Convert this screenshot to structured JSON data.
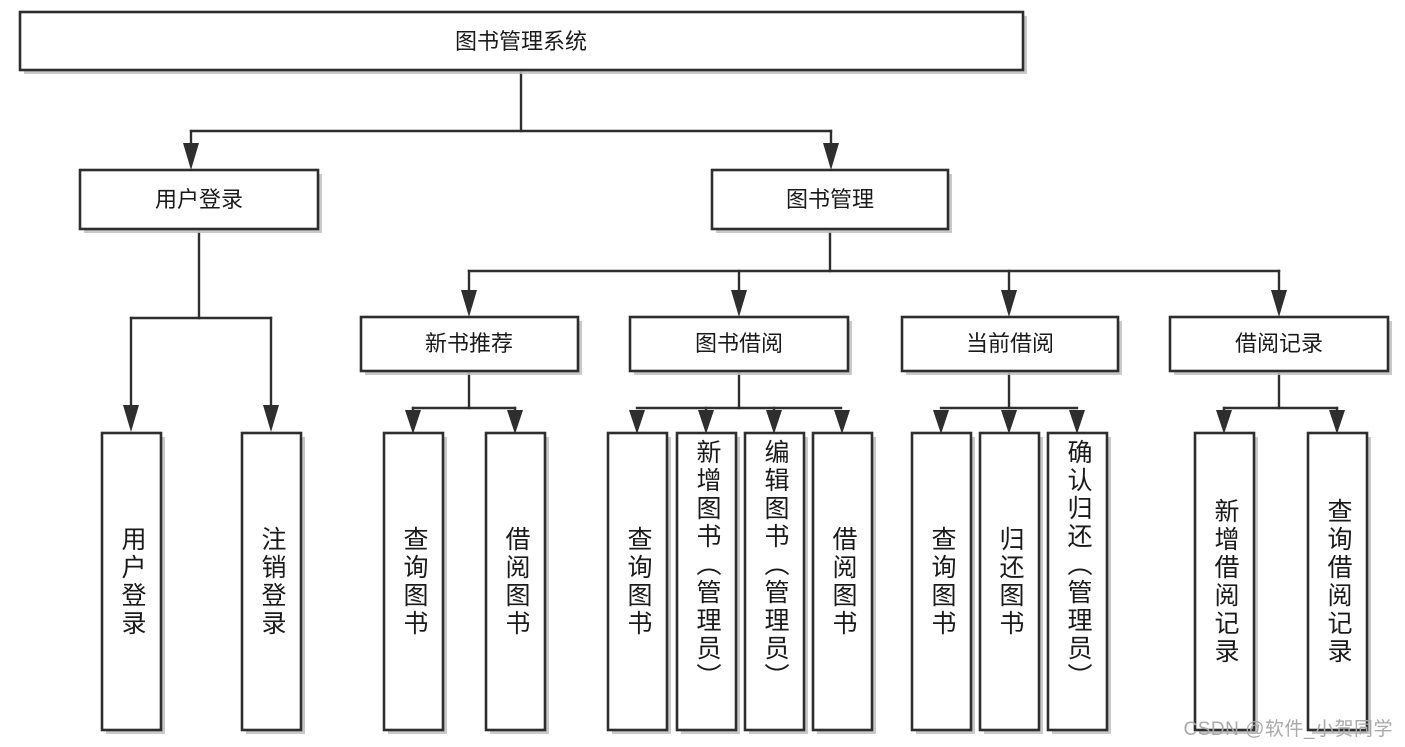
{
  "diagram": {
    "type": "tree-hierarchy-chart",
    "title": "图书管理系统",
    "watermark": "CSDN @软件_小贺同学",
    "colors": {
      "box_stroke": "#2e2e2e",
      "box_fill": "#ffffff",
      "connector": "#2e2e2e",
      "background": "#ffffff",
      "watermark": "#a9a9a9"
    },
    "levels": {
      "root": {
        "label": "图书管理系统"
      },
      "level2": [
        {
          "label": "用户登录"
        },
        {
          "label": "图书管理"
        }
      ],
      "level3": [
        {
          "label": "新书推荐"
        },
        {
          "label": "图书借阅"
        },
        {
          "label": "当前借阅"
        },
        {
          "label": "借阅记录"
        }
      ],
      "leaves": [
        {
          "label": "用户登录",
          "parent": "用户登录"
        },
        {
          "label": "注销登录",
          "parent": "用户登录"
        },
        {
          "label": "查询图书",
          "parent": "新书推荐"
        },
        {
          "label": "借阅图书",
          "parent": "新书推荐"
        },
        {
          "label": "查询图书",
          "parent": "图书借阅"
        },
        {
          "label": "新增图书（管理员）",
          "parent": "图书借阅"
        },
        {
          "label": "编辑图书（管理员）",
          "parent": "图书借阅"
        },
        {
          "label": "借阅图书",
          "parent": "图书借阅"
        },
        {
          "label": "查询图书",
          "parent": "当前借阅"
        },
        {
          "label": "归还图书",
          "parent": "当前借阅"
        },
        {
          "label": "确认归还（管理员）",
          "parent": "当前借阅"
        },
        {
          "label": "新增借阅记录",
          "parent": "借阅记录"
        },
        {
          "label": "查询借阅记录",
          "parent": "借阅记录"
        }
      ]
    }
  }
}
